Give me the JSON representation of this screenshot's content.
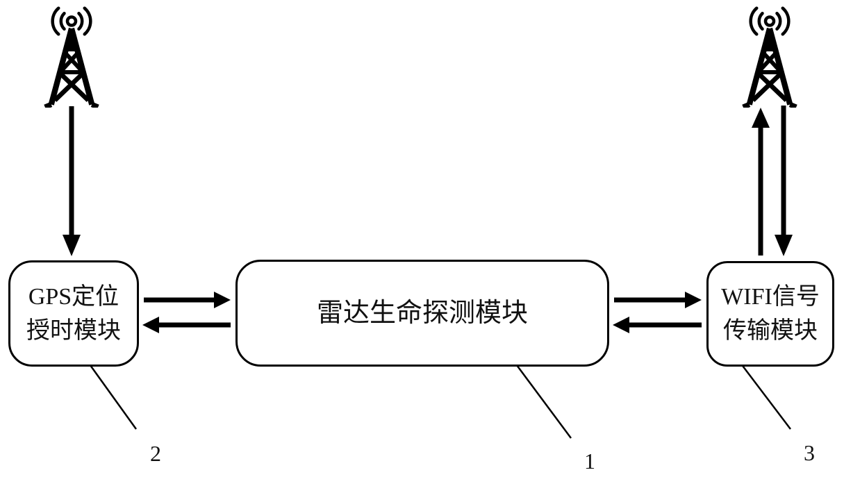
{
  "diagram": {
    "background_color": "#ffffff",
    "stroke_color": "#000000",
    "nodes": {
      "gps_module": {
        "line1": "GPS定位",
        "line2": "授时模块",
        "ref": "2"
      },
      "radar_module": {
        "label": "雷达生命探测模块",
        "ref": "1"
      },
      "wifi_module": {
        "line1": "WIFI信号",
        "line2": "传输模块",
        "ref": "3"
      }
    },
    "icons": [
      {
        "name": "radio-tower-icon",
        "position": "top-left"
      },
      {
        "name": "radio-tower-icon",
        "position": "top-right"
      }
    ],
    "connections": [
      {
        "from": "left-antenna",
        "to": "gps_module",
        "type": "single-arrow-down"
      },
      {
        "from": "gps_module",
        "to": "radar_module",
        "type": "double-arrow-horizontal"
      },
      {
        "from": "radar_module",
        "to": "wifi_module",
        "type": "double-arrow-horizontal"
      },
      {
        "from": "wifi_module",
        "to": "right-antenna",
        "type": "double-arrow-vertical"
      }
    ]
  }
}
